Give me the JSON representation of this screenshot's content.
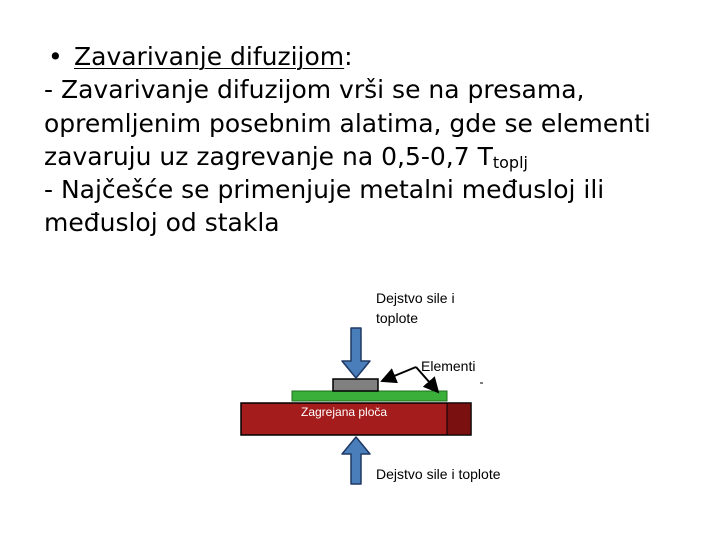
{
  "content": {
    "bullet_symbol": "•",
    "heading_underlined": "Zavarivanje difuzijom",
    "heading_suffix": ":",
    "para1": "- Zavarivanje difuzijom vrši se na presama, opremljenim posebnim alatima, gde se elementi zavaruju uz zagrevanje na 0,5-0,7 T",
    "para1_subscript": "toplj",
    "para2": "- Najčešće se primenjuje metalni međusloj ili međusloj od stakla"
  },
  "diagram": {
    "label_top_line1": "Dejstvo sile i",
    "label_top_line2": "toplote",
    "label_elements": "Elementi",
    "label_plate": "Zagrejana ploča",
    "label_bottom": "Dejstvo sile i toplote",
    "colors": {
      "arrow_fill": "#4a7ebb",
      "arrow_stroke": "#1f3864",
      "plate": "#a51c1c",
      "interlayer": "#3ab03a",
      "element": "#808080"
    }
  }
}
